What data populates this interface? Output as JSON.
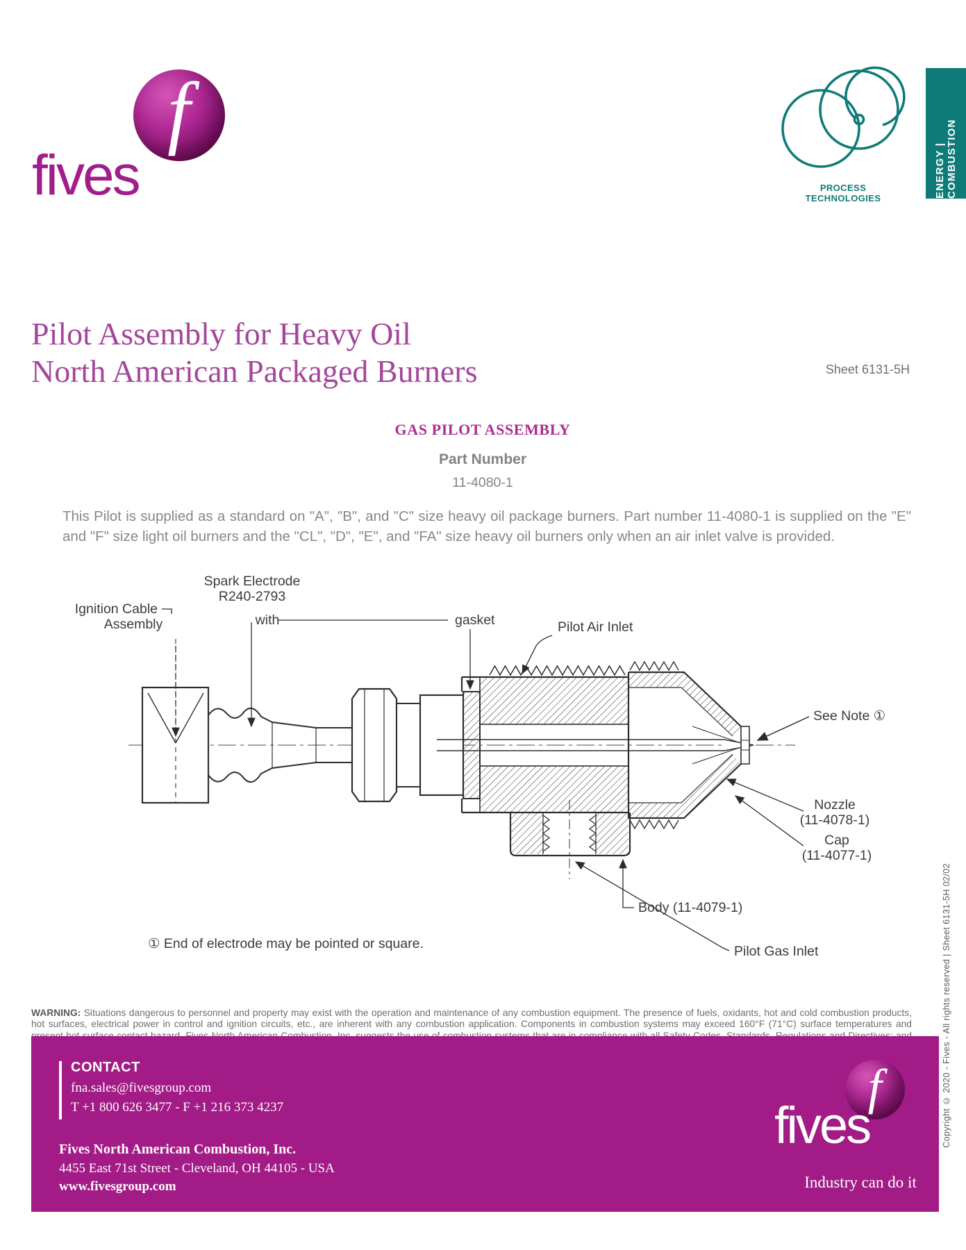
{
  "colors": {
    "brand_magenta": "#a21b86",
    "title_magenta": "#a4469b",
    "teal": "#0f7b78",
    "body_gray": "#85878a"
  },
  "header": {
    "brand": "fives",
    "logo_letter": "f",
    "process_technologies_line1": "PROCESS",
    "process_technologies_line2": "TECHNOLOGIES",
    "banner": "ENERGY | COMBUSTION"
  },
  "title": {
    "line1": "Pilot Assembly for Heavy Oil",
    "line2": "North American Packaged Burners",
    "sheet": "Sheet 6131-5H"
  },
  "content": {
    "heading": "GAS PILOT ASSEMBLY",
    "part_number_label": "Part Number",
    "part_number": "11-4080-1",
    "description": "This Pilot is supplied as a standard on \"A\", \"B\", and \"C\" size heavy oil package burners. Part number 11-4080-1 is supplied on the \"E\" and \"F\" size light oil burners and the \"CL\", \"D\", \"E\", and \"FA\" size heavy oil burners only when an air inlet valve is provided."
  },
  "diagram": {
    "labels": {
      "spark_electrode_1": "Spark Electrode",
      "spark_electrode_2": "R240-2793",
      "spark_electrode_3": "with",
      "gasket": "gasket",
      "ignition_cable_1": "Ignition Cable",
      "ignition_cable_2": "Assembly",
      "pilot_air_inlet": "Pilot Air Inlet",
      "see_note": "See Note ①",
      "nozzle_1": "Nozzle",
      "nozzle_2": "(11-4078-1)",
      "cap_1": "Cap",
      "cap_2": "(11-4077-1)",
      "body": "Body (11-4079-1)",
      "pilot_gas_inlet": "Pilot Gas Inlet",
      "note": "① End of electrode may be pointed or square."
    }
  },
  "warning": {
    "label": "WARNING:",
    "text": " Situations dangerous to personnel and property may exist with the operation and maintenance of any combustion equipment. The presence of fuels, oxidants, hot and cold combustion products, hot surfaces, electrical power in control and ignition circuits, etc., are inherent with any combustion application. Components in combustion systems may exceed 160°F (71°C) surface temperatures and present hot surface contact hazard. Fives North American Combustion, Inc. suggests the use of combustion systems that are in compliance with all Safety Codes, Standards, Regulations and Directives; and care in operation."
  },
  "footer": {
    "contact_label": "CONTACT",
    "email": "fna.sales@fivesgroup.com",
    "phone": "T +1 800 626 3477 - F +1 216 373 4237",
    "company": "Fives North American Combustion, Inc.",
    "address": "4455 East 71st Street - Cleveland, OH 44105 - USA",
    "website": "www.fivesgroup.com",
    "brand": "fives",
    "logo_letter": "f",
    "tagline": "Industry can do it"
  },
  "copyright": "Copyright © 2020 - Fives - All rights reserved | Sheet 6131-5H 02/02"
}
